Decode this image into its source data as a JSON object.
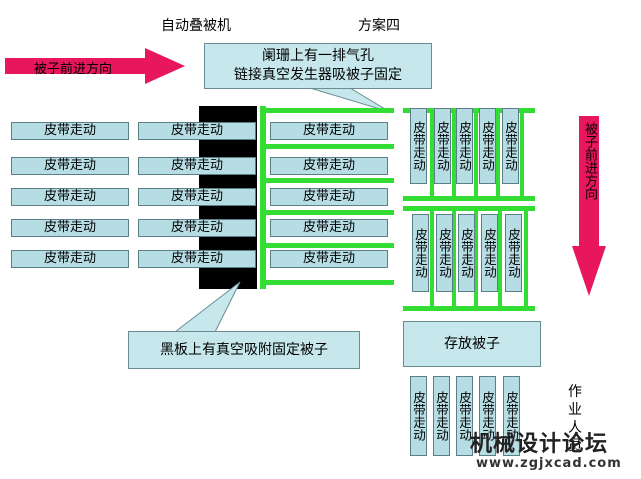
{
  "header": {
    "machine_title": "自动叠被机",
    "scheme_title": "方案四"
  },
  "arrows": {
    "left": {
      "label": "被子前进方向",
      "color": "#e8175d"
    },
    "right": {
      "label": "被子前进方向",
      "color": "#e8175d"
    }
  },
  "callouts": {
    "top": {
      "line1": "阑珊上有一排气孔",
      "line2": "链接真空发生器吸被子固定"
    },
    "bottom": {
      "text": "黑板上有真空吸附固定被子"
    }
  },
  "belt_label": "皮带走动",
  "storage_label": "存放被子",
  "operator_label": "作业人员",
  "watermark": {
    "line1": "机械设计论坛",
    "line2": "www.zgjxcad.com"
  },
  "colors": {
    "belt_fill": "#b7dde4",
    "rail_green": "#33dd33",
    "board_black": "#000000",
    "arrow_pink": "#e8175d"
  }
}
